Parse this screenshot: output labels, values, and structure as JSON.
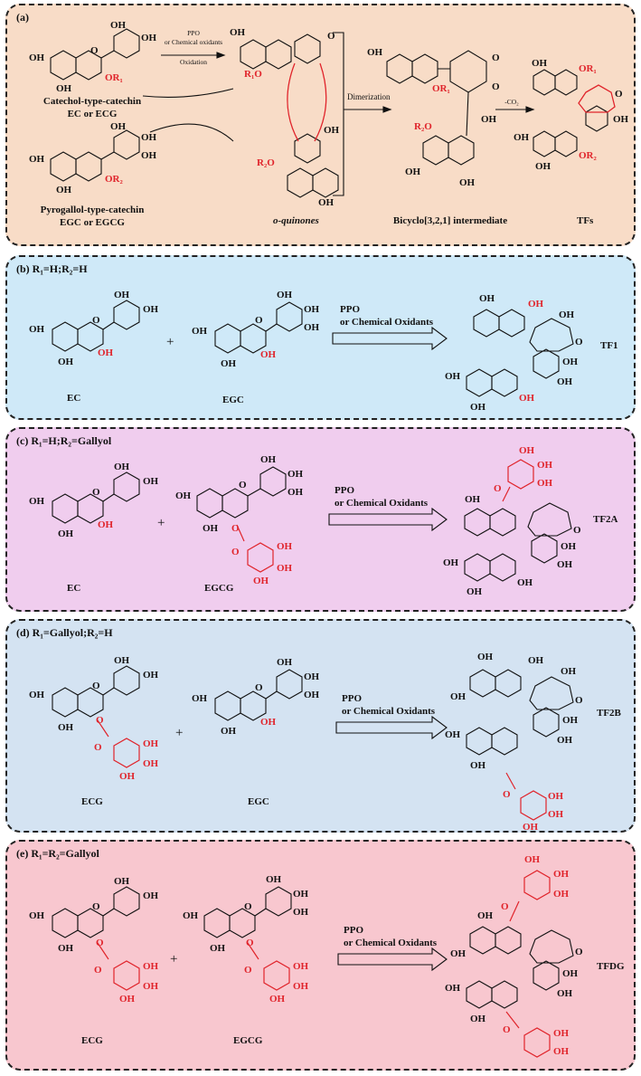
{
  "colors": {
    "panel_a": "#f8dcc7",
    "panel_b": "#cfe9f8",
    "panel_c": "#f0cdee",
    "panel_d": "#d4e3f2",
    "panel_e": "#f8c7cf",
    "highlight": "#e0242b",
    "ink": "#111111"
  },
  "panel_a": {
    "label": "(a)",
    "catechol_title": "Catechol-type-catechin",
    "catechol_sub": "EC or ECG",
    "pyrogallol_title": "Pyrogallol-type-catechin",
    "pyrogallol_sub": "EGC or EGCG",
    "arrow_line1": "PPO",
    "arrow_line2": "or Chemical oxidants",
    "arrow_line3": "Oxidation",
    "quinones": "o-quinones",
    "dimerization": "Dimerization",
    "intermediate": "Bicyclo[3,2,1] intermediate",
    "co2": "-CO₂",
    "tfs": "TFs",
    "oh": "OH",
    "o": "O",
    "or1": "OR₁",
    "or2": "OR₂",
    "r1o": "R₁O",
    "r2o": "R₂O"
  },
  "panels": [
    {
      "id": "b",
      "label": "(b) R₁=H;R₂=H",
      "left_name": "EC",
      "right_name": "EGC",
      "plus": "+",
      "arrow_line1": "PPO",
      "arrow_line2": "or Chemical Oxidants",
      "product": "TF1",
      "oh": "OH",
      "o": "O"
    },
    {
      "id": "c",
      "label": "(c) R₁=H;R₂=Gallyol",
      "left_name": "EC",
      "right_name": "EGCG",
      "plus": "+",
      "arrow_line1": "PPO",
      "arrow_line2": "or Chemical Oxidants",
      "product": "TF2A",
      "oh": "OH",
      "o": "O"
    },
    {
      "id": "d",
      "label": "(d) R₁=Gallyol;R₂=H",
      "left_name": "ECG",
      "right_name": "EGC",
      "plus": "+",
      "arrow_line1": "PPO",
      "arrow_line2": "or Chemical Oxidants",
      "product": "TF2B",
      "oh": "OH",
      "o": "O"
    },
    {
      "id": "e",
      "label": "(e) R₁=R₂=Gallyol",
      "left_name": "ECG",
      "right_name": "EGCG",
      "plus": "+",
      "arrow_line1": "PPO",
      "arrow_line2": "or Chemical Oxidants",
      "product": "TFDG",
      "oh": "OH",
      "o": "O"
    }
  ]
}
